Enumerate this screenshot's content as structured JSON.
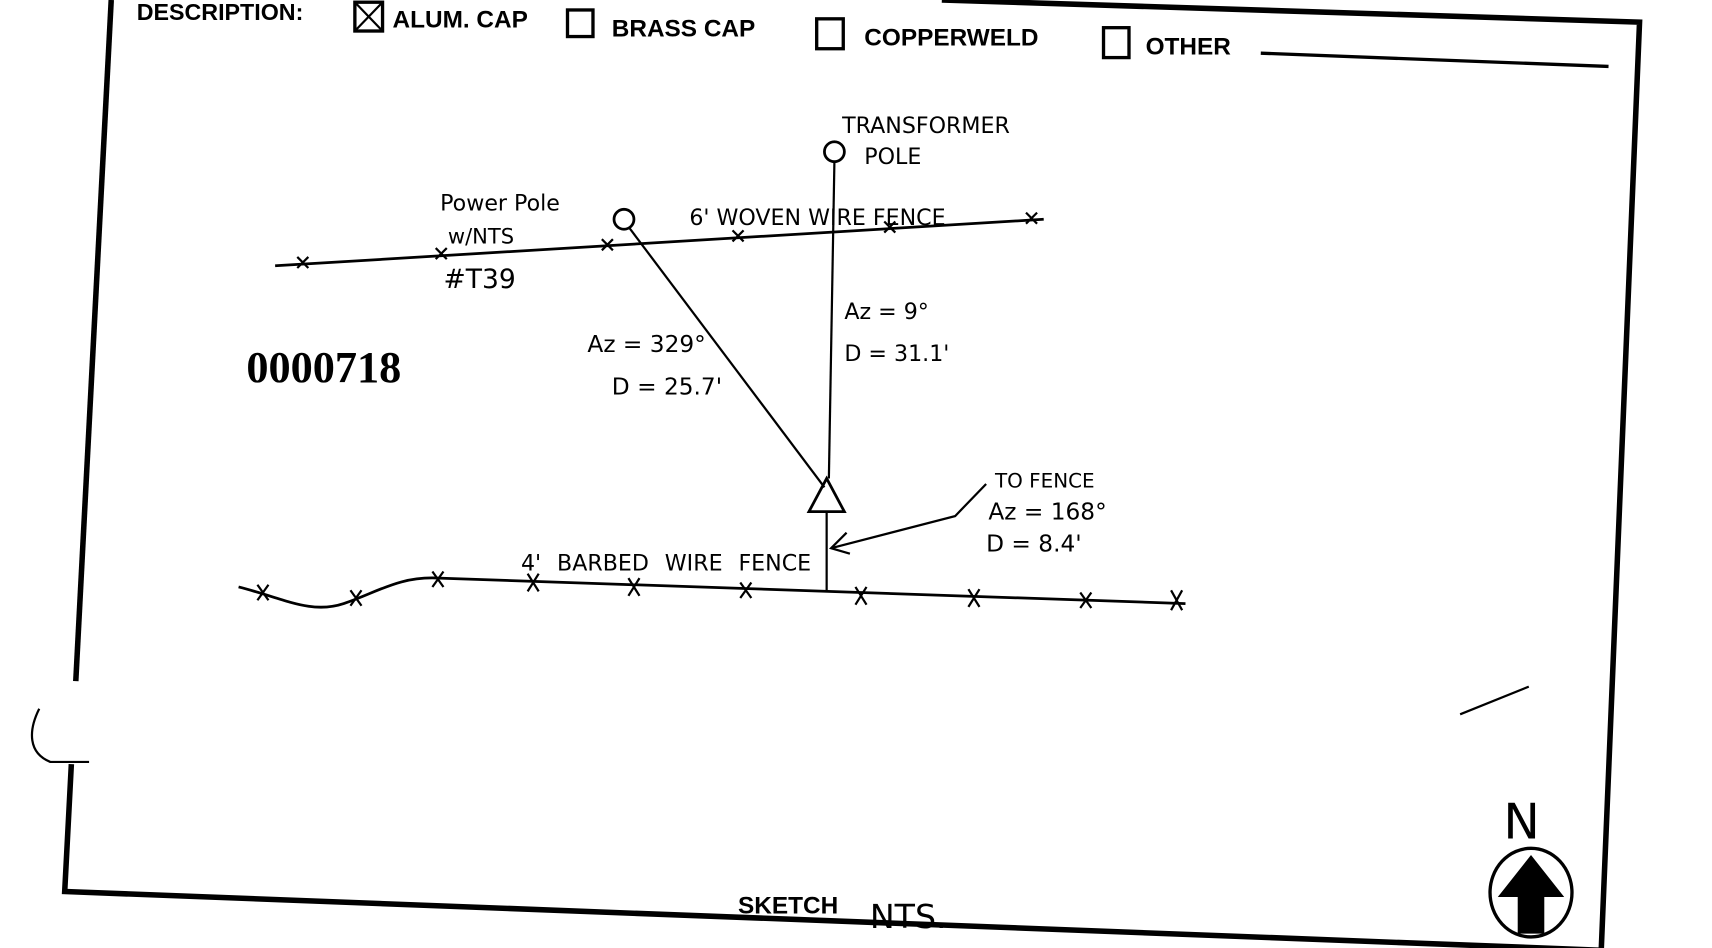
{
  "form": {
    "description_label": "DESCRIPTION:",
    "options": [
      {
        "label": "ALUM. CAP",
        "checked": true
      },
      {
        "label": "BRASS CAP",
        "checked": false
      },
      {
        "label": "COPPERWELD",
        "checked": false
      },
      {
        "label": "OTHER",
        "checked": false
      }
    ],
    "other_value": ""
  },
  "sketch": {
    "transformer_pole": [
      "TRANSFORMER",
      "POLE"
    ],
    "power_pole": [
      "Power Pole",
      "w/NTS",
      "#T39"
    ],
    "woven_fence": "6' WOVEN WIRE FENCE",
    "barbed_fence": "4' BARBED WIRE FENCE",
    "diag_az": "Az = 329°",
    "diag_d": "D = 25.7'",
    "vert_az": "Az = 9°",
    "vert_d": "D = 31.1'",
    "to_fence": [
      "TO FENCE",
      "Az = 168°",
      "D = 8.4'"
    ],
    "stamp_number": "0000718",
    "sketch_label": "SKETCH",
    "scale_note": "NTS.",
    "north_label": "N"
  }
}
